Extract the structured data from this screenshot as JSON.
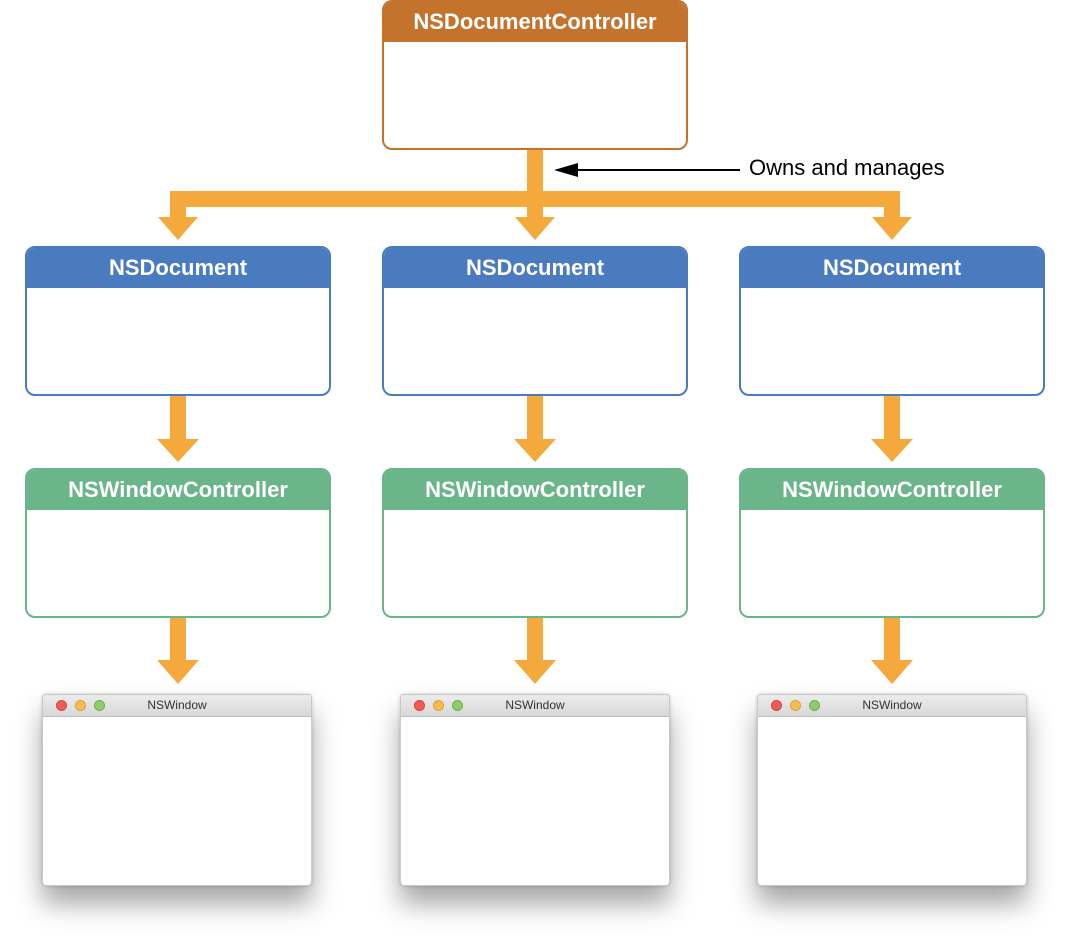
{
  "diagram": {
    "root": {
      "title": "NSDocumentController"
    },
    "annotation": "Owns and manages",
    "documents": [
      {
        "title": "NSDocument"
      },
      {
        "title": "NSDocument"
      },
      {
        "title": "NSDocument"
      }
    ],
    "window_controllers": [
      {
        "title": "NSWindowController"
      },
      {
        "title": "NSWindowController"
      },
      {
        "title": "NSWindowController"
      }
    ],
    "windows": [
      {
        "title": "NSWindow"
      },
      {
        "title": "NSWindow"
      },
      {
        "title": "NSWindow"
      }
    ]
  },
  "colors": {
    "document_controller": "#c4732d",
    "document": "#4a7bbf",
    "window_controller": "#6ab58a",
    "connector": "#f5a93d",
    "annotation_arrow": "#000000"
  }
}
